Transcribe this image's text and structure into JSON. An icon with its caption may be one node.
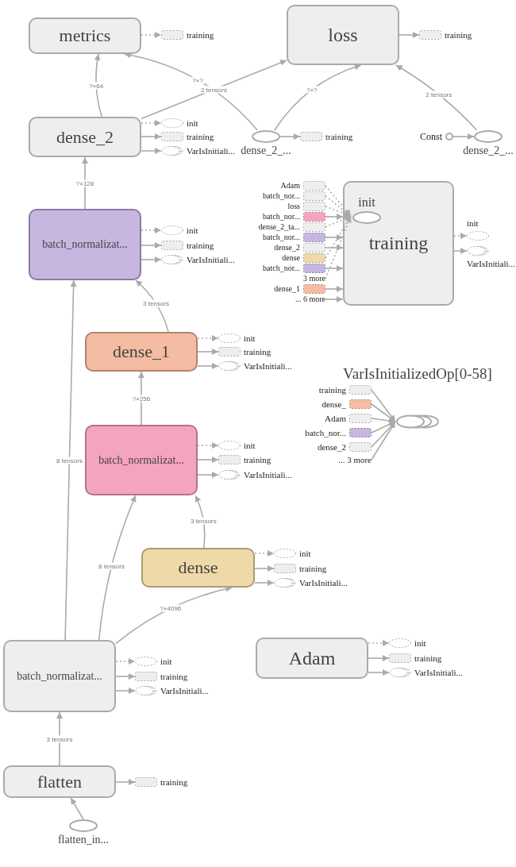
{
  "diagram": {
    "nodes": [
      {
        "text": [
          "metrics"
        ]
      },
      {
        "text": [
          "training"
        ]
      },
      {
        "text": [
          "loss"
        ]
      },
      {
        "text": [
          "training"
        ]
      },
      {
        "text": [
          "dense_2"
        ]
      },
      {
        "text": [
          "init"
        ]
      },
      {
        "text": [
          "training"
        ]
      },
      {
        "text": [
          "VarIsInitiali..."
        ]
      },
      {
        "text": [
          "dense_2_..."
        ]
      },
      {
        "text": [
          "training"
        ]
      },
      {
        "text": [
          "Const"
        ]
      },
      {
        "text": [
          "dense_2_..."
        ]
      },
      {
        "text": [
          "batch_normalizat..."
        ]
      },
      {
        "text": [
          "init"
        ]
      },
      {
        "text": [
          "training"
        ]
      },
      {
        "text": [
          "VarIsInitiali..."
        ]
      },
      {
        "text": [
          "Adam"
        ]
      },
      {
        "text": [
          "batch_nor..."
        ]
      },
      {
        "text": [
          "loss"
        ]
      },
      {
        "text": [
          "batch_nor..."
        ]
      },
      {
        "text": [
          "dense_2_ta..."
        ]
      },
      {
        "text": [
          "batch_nor..."
        ]
      },
      {
        "text": [
          "dense_2"
        ]
      },
      {
        "text": [
          "dense"
        ]
      },
      {
        "text": [
          "batch_nor..."
        ]
      },
      {
        "text": [
          "3 more"
        ]
      },
      {
        "text": [
          "dense_1"
        ]
      },
      {
        "text": [
          "... 6 more"
        ]
      },
      {
        "text": [
          "training"
        ]
      },
      {
        "text": [
          "init"
        ],
        "in": 28
      },
      {
        "text": [
          "init"
        ]
      },
      {
        "text": [
          "VarIsInitiali..."
        ]
      },
      {
        "text": [
          "dense_1"
        ]
      },
      {
        "text": [
          "init"
        ]
      },
      {
        "text": [
          "training"
        ]
      },
      {
        "text": [
          "VarIsInitiali..."
        ]
      },
      {
        "text": [
          "VarIsInitializedOp[0-58]"
        ]
      },
      {
        "text": [
          "training"
        ]
      },
      {
        "text": [
          "dense_"
        ]
      },
      {
        "text": [
          "Adam"
        ]
      },
      {
        "text": [
          "batch_nor..."
        ]
      },
      {
        "text": [
          "dense_2"
        ]
      },
      {
        "text": [
          "... 3 more"
        ]
      },
      {
        "text": [
          "batch_normalizat..."
        ]
      },
      {
        "text": [
          "init"
        ]
      },
      {
        "text": [
          "training"
        ]
      },
      {
        "text": [
          "VarIsInitiali..."
        ]
      },
      {
        "text": [
          "dense"
        ]
      },
      {
        "text": [
          "init"
        ]
      },
      {
        "text": [
          "training"
        ]
      },
      {
        "text": [
          "VarIsInitiali..."
        ]
      },
      {
        "text": [
          "batch_normalizat..."
        ]
      },
      {
        "text": [
          "init"
        ]
      },
      {
        "text": [
          "training"
        ]
      },
      {
        "text": [
          "VarIsInitiali..."
        ]
      },
      {
        "text": [
          "Adam"
        ]
      },
      {
        "text": [
          "init"
        ]
      },
      {
        "text": [
          "training"
        ]
      },
      {
        "text": [
          "VarIsInitiali..."
        ]
      },
      {
        "text": [
          "flatten"
        ]
      },
      {
        "text": [
          "training"
        ]
      },
      {
        "text": [
          "flatten_in..."
        ]
      }
    ],
    "edges": [
      {
        "from": 4,
        "to": 0,
        "arrow": "to",
        "label": "?×64"
      },
      {
        "from": 4,
        "to": 2,
        "arrow": "to",
        "label": "2 tensors"
      },
      {
        "from": 8,
        "to": 0,
        "arrow": "to",
        "label": "?×?"
      },
      {
        "from": 8,
        "to": 2,
        "arrow": "to",
        "label": "?×?"
      },
      {
        "from": 11,
        "to": 2,
        "arrow": "to",
        "label": "2 tensors"
      },
      {
        "from": 10,
        "to": 11,
        "arrow": "to"
      },
      {
        "from": 0,
        "to": 1,
        "arrow": "to",
        "style": "dashed"
      },
      {
        "from": 2,
        "to": 3,
        "arrow": "to"
      },
      {
        "from": 4,
        "to": 5,
        "arrow": "to",
        "style": "dashed"
      },
      {
        "from": 4,
        "to": 6,
        "arrow": "to"
      },
      {
        "from": 4,
        "to": 7,
        "arrow": "to"
      },
      {
        "from": 8,
        "to": 9,
        "arrow": "to"
      },
      {
        "from": 12,
        "to": 4,
        "arrow": "to",
        "label": "?×128"
      },
      {
        "from": 12,
        "to": 13,
        "arrow": "to",
        "style": "dashed"
      },
      {
        "from": 12,
        "to": 14,
        "arrow": "to"
      },
      {
        "from": 12,
        "to": 15,
        "arrow": "to"
      },
      {
        "from": 16,
        "to": 29,
        "arrow": "to",
        "style": "dashed"
      },
      {
        "from": 17,
        "to": 29,
        "arrow": "to",
        "style": "dashed"
      },
      {
        "from": 18,
        "to": 29,
        "arrow": "to",
        "style": "dashed"
      },
      {
        "from": 19,
        "to": 28,
        "arrow": "to"
      },
      {
        "from": 20,
        "to": 29,
        "arrow": "to",
        "style": "dashed"
      },
      {
        "from": 21,
        "to": 28,
        "arrow": "to"
      },
      {
        "from": 22,
        "to": 28,
        "arrow": "to"
      },
      {
        "from": 23,
        "to": 29,
        "arrow": "to",
        "style": "dashed"
      },
      {
        "from": 24,
        "to": 28,
        "arrow": "to"
      },
      {
        "from": 25,
        "to": 29,
        "arrow": "to",
        "style": "dashed"
      },
      {
        "from": 26,
        "to": 28,
        "arrow": "to"
      },
      {
        "from": 27,
        "to": 28,
        "arrow": "to"
      },
      {
        "from": 28,
        "to": 30,
        "arrow": "to",
        "style": "dashed"
      },
      {
        "from": 28,
        "to": 31,
        "arrow": "to"
      },
      {
        "from": 32,
        "to": 12,
        "arrow": "to",
        "label": "3 tensors"
      },
      {
        "from": 32,
        "to": 33,
        "arrow": "to",
        "style": "dashed"
      },
      {
        "from": 32,
        "to": 34,
        "arrow": "to"
      },
      {
        "from": 32,
        "to": 35,
        "arrow": "to"
      },
      {
        "from": 37,
        "to": 36,
        "arrow": "to"
      },
      {
        "from": 38,
        "to": 36,
        "arrow": "to"
      },
      {
        "from": 39,
        "to": 36,
        "arrow": "to"
      },
      {
        "from": 40,
        "to": 36,
        "arrow": "to"
      },
      {
        "from": 41,
        "to": 36,
        "arrow": "to"
      },
      {
        "from": 42,
        "to": 36,
        "arrow": "to"
      },
      {
        "from": 43,
        "to": 32,
        "arrow": "to",
        "label": "?×256"
      },
      {
        "from": 43,
        "to": 44,
        "arrow": "to",
        "style": "dashed"
      },
      {
        "from": 43,
        "to": 45,
        "arrow": "to"
      },
      {
        "from": 43,
        "to": 46,
        "arrow": "to"
      },
      {
        "from": 47,
        "to": 43,
        "arrow": "to",
        "label": "3 tensors"
      },
      {
        "from": 47,
        "to": 48,
        "arrow": "to",
        "style": "dashed"
      },
      {
        "from": 47,
        "to": 49,
        "arrow": "to"
      },
      {
        "from": 47,
        "to": 50,
        "arrow": "to"
      },
      {
        "from": 51,
        "to": 12,
        "arrow": "to",
        "label": "8 tensors"
      },
      {
        "from": 51,
        "to": 43,
        "arrow": "to",
        "label": "8 tensors"
      },
      {
        "from": 51,
        "to": 47,
        "arrow": "to",
        "label": "?×4096"
      },
      {
        "from": 51,
        "to": 52,
        "arrow": "to",
        "style": "dashed"
      },
      {
        "from": 51,
        "to": 53,
        "arrow": "to"
      },
      {
        "from": 51,
        "to": 54,
        "arrow": "to"
      },
      {
        "from": 55,
        "to": 56,
        "arrow": "to",
        "style": "dashed"
      },
      {
        "from": 55,
        "to": 57,
        "arrow": "to"
      },
      {
        "from": 55,
        "to": 58,
        "arrow": "to"
      },
      {
        "from": 59,
        "to": 51,
        "arrow": "to",
        "label": "3 tensors"
      },
      {
        "from": 59,
        "to": 60,
        "arrow": "to"
      },
      {
        "from": 61,
        "to": 59,
        "arrow": "to"
      }
    ]
  }
}
